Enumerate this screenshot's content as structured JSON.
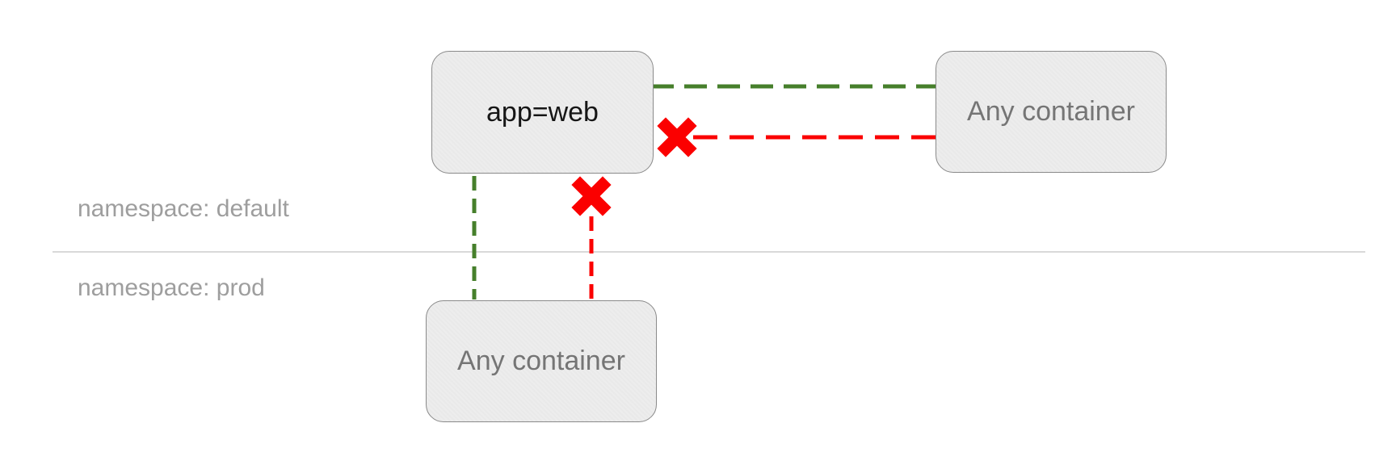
{
  "diagram": {
    "title_semantic": "network-policy-diagram",
    "nodes": {
      "app_web": {
        "label": "app=web",
        "namespace": "default"
      },
      "any_container_default": {
        "label": "Any container",
        "namespace": "default"
      },
      "any_container_prod": {
        "label": "Any container",
        "namespace": "prod"
      }
    },
    "namespaces": {
      "default_ns": {
        "label": "namespace: default"
      },
      "prod_ns": {
        "label": "namespace: prod"
      }
    },
    "edges": [
      {
        "from": "app=web",
        "to": "Any container (namespace: default)",
        "status": "allowed",
        "style": "green-dashed"
      },
      {
        "from": "Any container (namespace: default)",
        "to": "app=web",
        "status": "blocked",
        "style": "red-dashed-with-x"
      },
      {
        "from": "app=web",
        "to": "Any container (namespace: prod)",
        "status": "allowed",
        "style": "green-dashed"
      },
      {
        "from": "Any container (namespace: prod)",
        "to": "app=web",
        "status": "blocked",
        "style": "red-dashed-with-x"
      }
    ],
    "colors": {
      "allowed": "#467f2b",
      "blocked": "#fb0000",
      "node_fill": "#ededed",
      "node_border": "#8a8a8a",
      "node_text_primary": "#161616",
      "node_text_secondary": "#757575",
      "label_text": "#9e9e9e",
      "divider": "#d9d9d9",
      "canvas_bg": "#ffffff"
    }
  }
}
